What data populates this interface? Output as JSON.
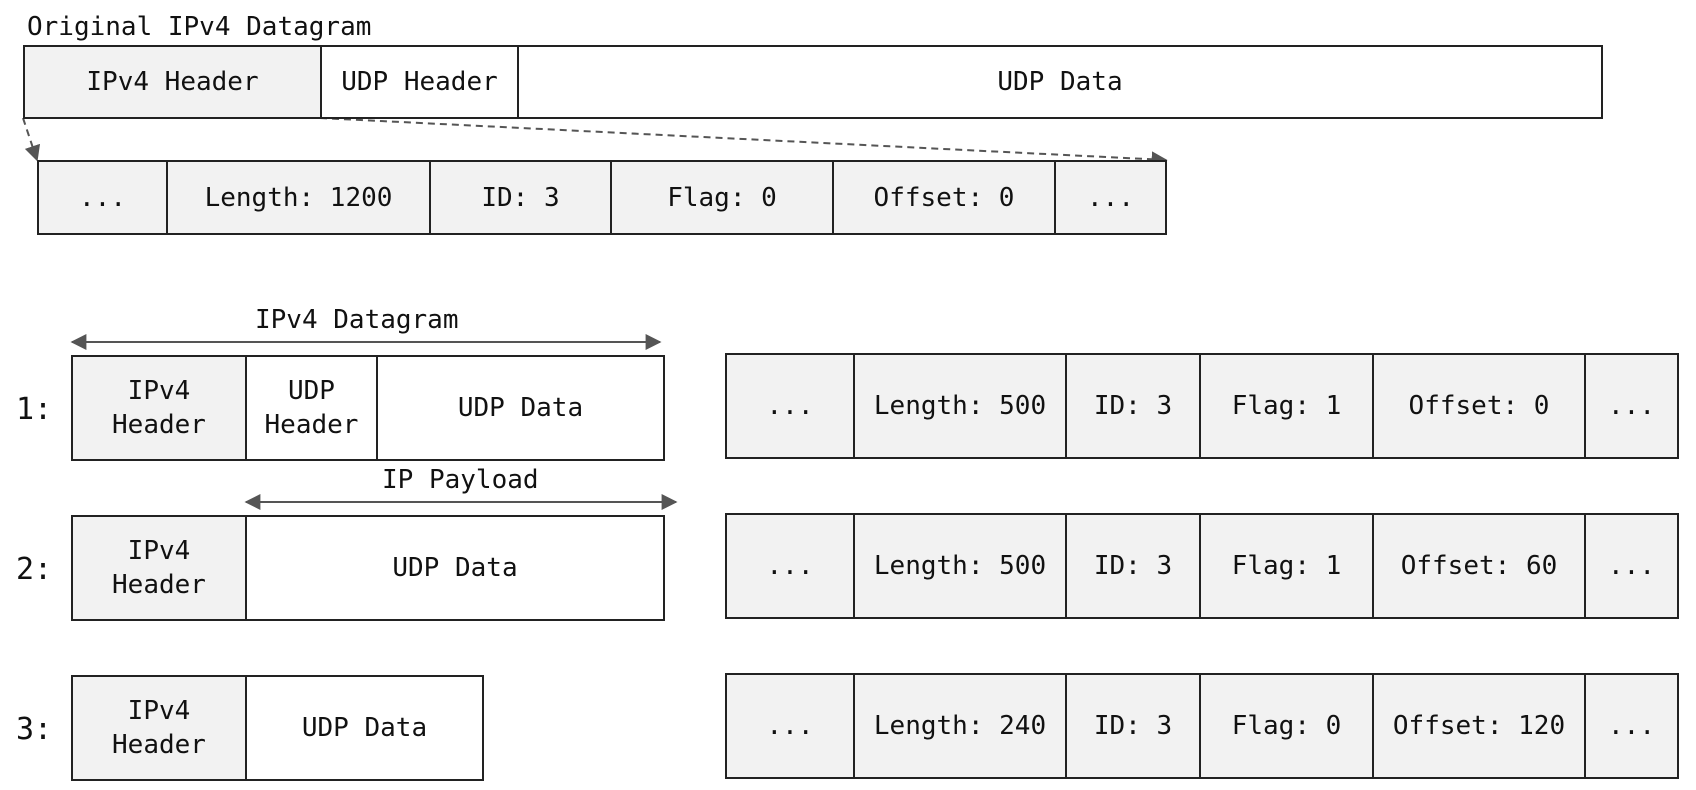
{
  "original": {
    "title": "Original IPv4 Datagram",
    "cells": [
      "IPv4 Header",
      "UDP Header",
      "UDP Data"
    ],
    "header_fields": [
      "...",
      "Length: 1200",
      "ID: 3",
      "Flag: 0",
      "Offset: 0",
      "..."
    ]
  },
  "fragments": {
    "datagram_label": "IPv4 Datagram",
    "payload_label": "IP Payload",
    "rows": [
      {
        "label": "1:",
        "cells": [
          "IPv4\nHeader",
          "UDP\nHeader",
          "UDP Data"
        ],
        "fields": [
          "...",
          "Length: 500",
          "ID: 3",
          "Flag: 1",
          "Offset: 0",
          "..."
        ]
      },
      {
        "label": "2:",
        "cells": [
          "IPv4\nHeader",
          "UDP Data"
        ],
        "fields": [
          "...",
          "Length: 500",
          "ID: 3",
          "Flag: 1",
          "Offset: 60",
          "..."
        ]
      },
      {
        "label": "3:",
        "cells": [
          "IPv4\nHeader",
          "UDP Data"
        ],
        "fields": [
          "...",
          "Length: 240",
          "ID: 3",
          "Flag: 0",
          "Offset: 120",
          "..."
        ]
      }
    ]
  },
  "colors": {
    "line": "#222222",
    "arrow": "#555555",
    "header_fill": "#f2f2f2",
    "data_fill": "#ffffff"
  }
}
